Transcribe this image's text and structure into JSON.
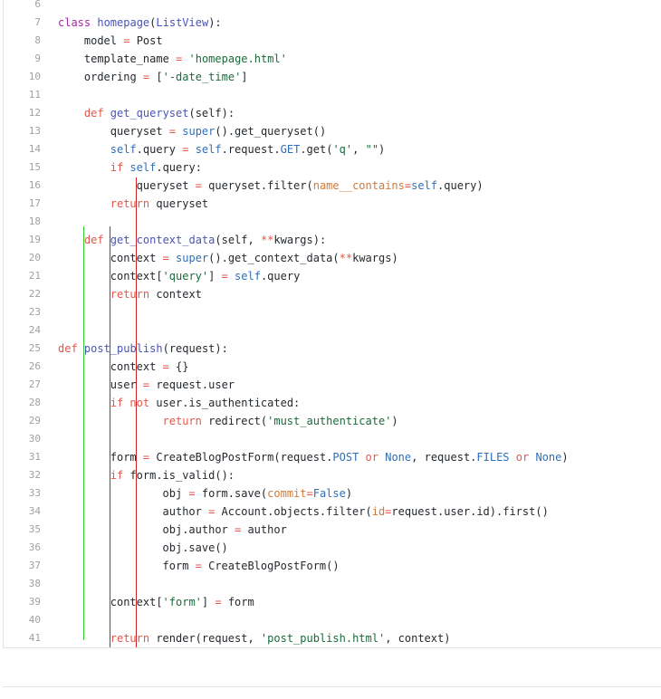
{
  "editor": {
    "lines": [
      {
        "n": "6",
        "indent": 0,
        "tokens": []
      },
      {
        "n": "7",
        "indent": 0,
        "tokens": [
          {
            "t": "class ",
            "c": "kw"
          },
          {
            "t": "homepage",
            "c": "fn"
          },
          {
            "t": "(",
            "c": "plain"
          },
          {
            "t": "ListView",
            "c": "fn"
          },
          {
            "t": "):",
            "c": "plain"
          }
        ]
      },
      {
        "n": "8",
        "indent": 4,
        "tokens": [
          {
            "t": "model ",
            "c": "plain"
          },
          {
            "t": "=",
            "c": "op"
          },
          {
            "t": " Post",
            "c": "plain"
          }
        ]
      },
      {
        "n": "9",
        "indent": 4,
        "tokens": [
          {
            "t": "template_name ",
            "c": "plain"
          },
          {
            "t": "=",
            "c": "op"
          },
          {
            "t": " ",
            "c": "plain"
          },
          {
            "t": "'homepage.html'",
            "c": "strc"
          }
        ]
      },
      {
        "n": "10",
        "indent": 4,
        "tokens": [
          {
            "t": "ordering ",
            "c": "plain"
          },
          {
            "t": "=",
            "c": "op"
          },
          {
            "t": " [",
            "c": "plain"
          },
          {
            "t": "'-date_time'",
            "c": "strc"
          },
          {
            "t": "]",
            "c": "plain"
          }
        ]
      },
      {
        "n": "11",
        "indent": 0,
        "tokens": []
      },
      {
        "n": "12",
        "indent": 4,
        "tokens": [
          {
            "t": "def ",
            "c": "op"
          },
          {
            "t": "get_queryset",
            "c": "fn"
          },
          {
            "t": "(self):",
            "c": "plain"
          }
        ]
      },
      {
        "n": "13",
        "indent": 8,
        "tokens": [
          {
            "t": "queryset ",
            "c": "plain"
          },
          {
            "t": "=",
            "c": "op"
          },
          {
            "t": " ",
            "c": "plain"
          },
          {
            "t": "super",
            "c": "self"
          },
          {
            "t": "().get_queryset()",
            "c": "plain"
          }
        ]
      },
      {
        "n": "14",
        "indent": 8,
        "tokens": [
          {
            "t": "self",
            "c": "self"
          },
          {
            "t": ".query ",
            "c": "plain"
          },
          {
            "t": "=",
            "c": "op"
          },
          {
            "t": " ",
            "c": "plain"
          },
          {
            "t": "self",
            "c": "self"
          },
          {
            "t": ".request.",
            "c": "plain"
          },
          {
            "t": "GET",
            "c": "self"
          },
          {
            "t": ".get(",
            "c": "plain"
          },
          {
            "t": "'q'",
            "c": "strc"
          },
          {
            "t": ", ",
            "c": "plain"
          },
          {
            "t": "\"\"",
            "c": "strc"
          },
          {
            "t": ")",
            "c": "plain"
          }
        ]
      },
      {
        "n": "15",
        "indent": 8,
        "tokens": [
          {
            "t": "if ",
            "c": "op"
          },
          {
            "t": "self",
            "c": "self"
          },
          {
            "t": ".query:",
            "c": "plain"
          }
        ]
      },
      {
        "n": "16",
        "indent": 12,
        "tokens": [
          {
            "t": "queryset ",
            "c": "plain"
          },
          {
            "t": "=",
            "c": "op"
          },
          {
            "t": " queryset.filter(",
            "c": "plain"
          },
          {
            "t": "name__contains",
            "c": "param"
          },
          {
            "t": "=",
            "c": "op"
          },
          {
            "t": "self",
            "c": "self"
          },
          {
            "t": ".query)",
            "c": "plain"
          }
        ]
      },
      {
        "n": "17",
        "indent": 8,
        "tokens": [
          {
            "t": "return ",
            "c": "op"
          },
          {
            "t": "queryset",
            "c": "plain"
          }
        ]
      },
      {
        "n": "18",
        "indent": 0,
        "tokens": []
      },
      {
        "n": "19",
        "indent": 4,
        "tokens": [
          {
            "t": "def ",
            "c": "op"
          },
          {
            "t": "get_context_data",
            "c": "fn"
          },
          {
            "t": "(self, ",
            "c": "plain"
          },
          {
            "t": "**",
            "c": "op"
          },
          {
            "t": "kwargs):",
            "c": "plain"
          }
        ]
      },
      {
        "n": "20",
        "indent": 8,
        "tokens": [
          {
            "t": "context ",
            "c": "plain"
          },
          {
            "t": "=",
            "c": "op"
          },
          {
            "t": " ",
            "c": "plain"
          },
          {
            "t": "super",
            "c": "self"
          },
          {
            "t": "().get_context_data(",
            "c": "plain"
          },
          {
            "t": "**",
            "c": "op"
          },
          {
            "t": "kwargs)",
            "c": "plain"
          }
        ]
      },
      {
        "n": "21",
        "indent": 8,
        "tokens": [
          {
            "t": "context[",
            "c": "plain"
          },
          {
            "t": "'query'",
            "c": "strc"
          },
          {
            "t": "] ",
            "c": "plain"
          },
          {
            "t": "=",
            "c": "op"
          },
          {
            "t": " ",
            "c": "plain"
          },
          {
            "t": "self",
            "c": "self"
          },
          {
            "t": ".query",
            "c": "plain"
          }
        ]
      },
      {
        "n": "22",
        "indent": 8,
        "tokens": [
          {
            "t": "return ",
            "c": "op"
          },
          {
            "t": "context",
            "c": "plain"
          }
        ]
      },
      {
        "n": "23",
        "indent": 0,
        "tokens": []
      },
      {
        "n": "24",
        "indent": 0,
        "tokens": []
      },
      {
        "n": "25",
        "indent": 0,
        "tokens": [
          {
            "t": "def ",
            "c": "op"
          },
          {
            "t": "post_publish",
            "c": "fn"
          },
          {
            "t": "(request):",
            "c": "plain"
          }
        ]
      },
      {
        "n": "26",
        "indent": 8,
        "tokens": [
          {
            "t": "context ",
            "c": "plain"
          },
          {
            "t": "=",
            "c": "op"
          },
          {
            "t": " {}",
            "c": "plain"
          }
        ]
      },
      {
        "n": "27",
        "indent": 8,
        "tokens": [
          {
            "t": "user ",
            "c": "plain"
          },
          {
            "t": "=",
            "c": "op"
          },
          {
            "t": " request.user",
            "c": "plain"
          }
        ]
      },
      {
        "n": "28",
        "indent": 8,
        "tokens": [
          {
            "t": "if not ",
            "c": "op"
          },
          {
            "t": "user.is_authenticated:",
            "c": "plain"
          }
        ]
      },
      {
        "n": "29",
        "indent": 16,
        "tokens": [
          {
            "t": "return ",
            "c": "op"
          },
          {
            "t": "redirect(",
            "c": "plain"
          },
          {
            "t": "'must_authenticate'",
            "c": "strc"
          },
          {
            "t": ")",
            "c": "plain"
          }
        ]
      },
      {
        "n": "30",
        "indent": 0,
        "tokens": []
      },
      {
        "n": "31",
        "indent": 8,
        "tokens": [
          {
            "t": "form ",
            "c": "plain"
          },
          {
            "t": "=",
            "c": "op"
          },
          {
            "t": " CreateBlogPostForm(request.",
            "c": "plain"
          },
          {
            "t": "POST",
            "c": "self"
          },
          {
            "t": " ",
            "c": "plain"
          },
          {
            "t": "or",
            "c": "op"
          },
          {
            "t": " ",
            "c": "plain"
          },
          {
            "t": "None",
            "c": "self"
          },
          {
            "t": ", request.",
            "c": "plain"
          },
          {
            "t": "FILES",
            "c": "self"
          },
          {
            "t": " ",
            "c": "plain"
          },
          {
            "t": "or",
            "c": "op"
          },
          {
            "t": " ",
            "c": "plain"
          },
          {
            "t": "None",
            "c": "self"
          },
          {
            "t": ")",
            "c": "plain"
          }
        ]
      },
      {
        "n": "32",
        "indent": 8,
        "tokens": [
          {
            "t": "if ",
            "c": "op"
          },
          {
            "t": "form.is_valid():",
            "c": "plain"
          }
        ]
      },
      {
        "n": "33",
        "indent": 16,
        "tokens": [
          {
            "t": "obj ",
            "c": "plain"
          },
          {
            "t": "=",
            "c": "op"
          },
          {
            "t": " form.save(",
            "c": "plain"
          },
          {
            "t": "commit",
            "c": "param"
          },
          {
            "t": "=",
            "c": "op"
          },
          {
            "t": "False",
            "c": "self"
          },
          {
            "t": ")",
            "c": "plain"
          }
        ]
      },
      {
        "n": "34",
        "indent": 16,
        "tokens": [
          {
            "t": "author ",
            "c": "plain"
          },
          {
            "t": "=",
            "c": "op"
          },
          {
            "t": " Account.objects.filter(",
            "c": "plain"
          },
          {
            "t": "id",
            "c": "param"
          },
          {
            "t": "=",
            "c": "op"
          },
          {
            "t": "request.user.id).first()",
            "c": "plain"
          }
        ]
      },
      {
        "n": "35",
        "indent": 16,
        "tokens": [
          {
            "t": "obj.author ",
            "c": "plain"
          },
          {
            "t": "=",
            "c": "op"
          },
          {
            "t": " author",
            "c": "plain"
          }
        ]
      },
      {
        "n": "36",
        "indent": 16,
        "tokens": [
          {
            "t": "obj.save()",
            "c": "plain"
          }
        ]
      },
      {
        "n": "37",
        "indent": 16,
        "tokens": [
          {
            "t": "form ",
            "c": "plain"
          },
          {
            "t": "=",
            "c": "op"
          },
          {
            "t": " CreateBlogPostForm()",
            "c": "plain"
          }
        ]
      },
      {
        "n": "38",
        "indent": 0,
        "tokens": []
      },
      {
        "n": "39",
        "indent": 8,
        "tokens": [
          {
            "t": "context[",
            "c": "plain"
          },
          {
            "t": "'form'",
            "c": "strc"
          },
          {
            "t": "] ",
            "c": "plain"
          },
          {
            "t": "=",
            "c": "op"
          },
          {
            "t": " form",
            "c": "plain"
          }
        ]
      },
      {
        "n": "40",
        "indent": 0,
        "tokens": []
      },
      {
        "n": "41",
        "indent": 8,
        "tokens": [
          {
            "t": "return ",
            "c": "op"
          },
          {
            "t": "render(request, ",
            "c": "plain"
          },
          {
            "t": "'post_publish.html'",
            "c": "strc"
          },
          {
            "t": ", context)",
            "c": "plain"
          }
        ]
      }
    ]
  },
  "colors": {
    "guide_green": "#33cc33",
    "guide_red": "#cc2222"
  }
}
